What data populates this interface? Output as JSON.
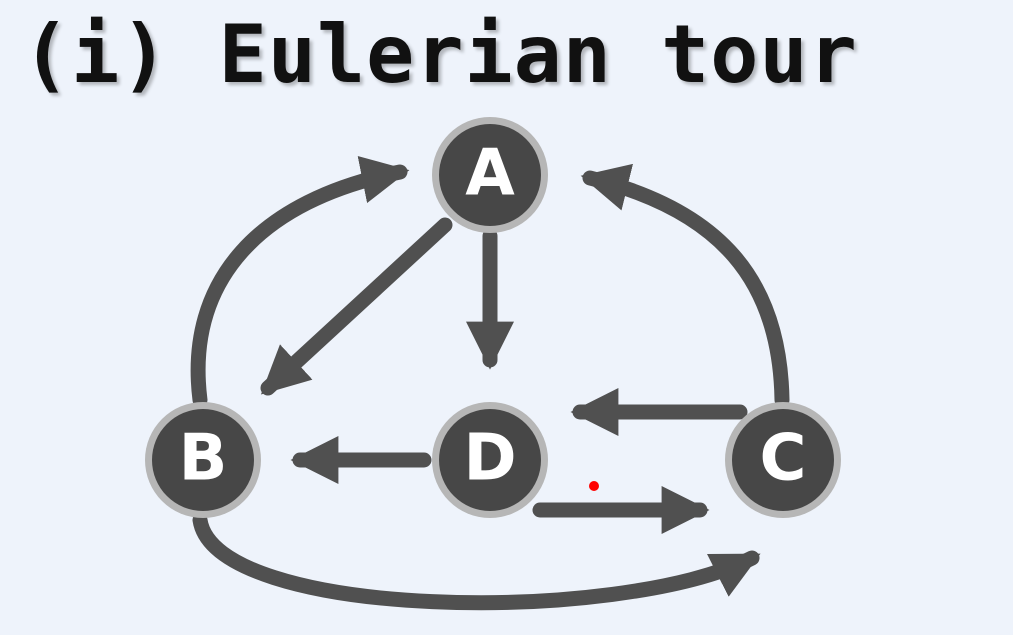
{
  "title": "(i) Eulerian tour",
  "colors": {
    "background": "#eef3fb",
    "edge": "#505050",
    "node_fill": "#474747",
    "node_ring": "#b6b6b6",
    "node_text": "#ffffff",
    "marker": "#ff0000"
  },
  "nodes": [
    {
      "id": "A",
      "label": "A"
    },
    {
      "id": "B",
      "label": "B"
    },
    {
      "id": "C",
      "label": "C"
    },
    {
      "id": "D",
      "label": "D"
    }
  ],
  "edges": [
    {
      "from": "B",
      "to": "A"
    },
    {
      "from": "A",
      "to": "B"
    },
    {
      "from": "A",
      "to": "D"
    },
    {
      "from": "C",
      "to": "A"
    },
    {
      "from": "C",
      "to": "D"
    },
    {
      "from": "D",
      "to": "B"
    },
    {
      "from": "D",
      "to": "C"
    },
    {
      "from": "B",
      "to": "C"
    }
  ]
}
